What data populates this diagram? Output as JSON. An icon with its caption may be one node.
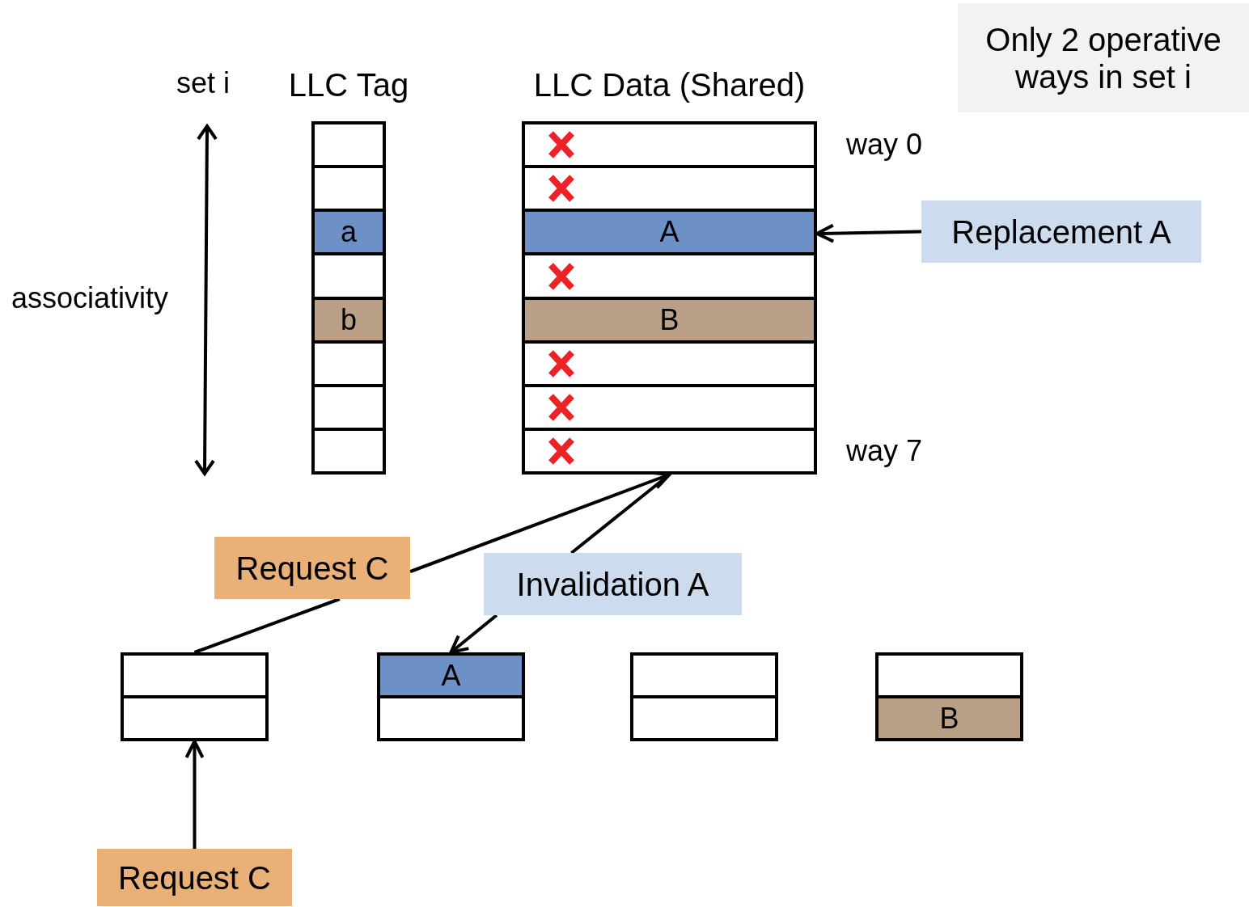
{
  "diagram": {
    "nodes": [
      {
        "text": [
          "Only 2 operative ways in set i"
        ]
      },
      {
        "text": [
          "LLC Tag"
        ]
      },
      {
        "text": [],
        "shape": "box",
        "in": 1
      },
      {
        "text": [],
        "shape": "box",
        "in": 1
      },
      {
        "text": [
          "a"
        ],
        "in": 1
      },
      {
        "text": [],
        "shape": "box",
        "in": 1
      },
      {
        "text": [
          "b"
        ],
        "in": 1
      },
      {
        "text": [],
        "shape": "box",
        "in": 1
      },
      {
        "text": [],
        "shape": "box",
        "in": 1
      },
      {
        "text": [],
        "shape": "box",
        "in": 1
      },
      {
        "text": [
          "LLC Data (Shared)"
        ]
      },
      {
        "text": [],
        "shape": "box",
        "in": 10,
        "beside": [
          "way 0"
        ]
      },
      {
        "text": [],
        "shape": "box",
        "in": 10
      },
      {
        "text": [
          "A"
        ],
        "in": 10
      },
      {
        "text": [],
        "shape": "box",
        "in": 10
      },
      {
        "text": [
          "B"
        ],
        "in": 10
      },
      {
        "text": [],
        "shape": "box",
        "in": 10
      },
      {
        "text": [],
        "shape": "box",
        "in": 10
      },
      {
        "text": [],
        "shape": "box",
        "in": 10,
        "beside": [
          "way 7"
        ]
      },
      {
        "text": [
          "Replacement A"
        ]
      },
      {
        "text": [],
        "shape": "box"
      },
      {
        "text": [],
        "shape": "box",
        "in": 20
      },
      {
        "text": [],
        "shape": "box",
        "in": 20
      },
      {
        "text": [],
        "shape": "box"
      },
      {
        "text": [
          "A"
        ],
        "in": 23
      },
      {
        "text": [],
        "shape": "box",
        "in": 23
      },
      {
        "text": [],
        "shape": "box"
      },
      {
        "text": [],
        "shape": "box",
        "in": 26
      },
      {
        "text": [],
        "shape": "box",
        "in": 26
      },
      {
        "text": [],
        "shape": "box"
      },
      {
        "text": [],
        "shape": "box",
        "in": 29
      },
      {
        "text": [
          "B"
        ],
        "in": 29
      },
      {
        "text": [
          "Request C"
        ]
      },
      {
        "text": [
          "Request C"
        ]
      },
      {
        "text": [
          "Invalidation A"
        ]
      }
    ],
    "edges": [
      {
        "from": 19,
        "to": 13,
        "arrow": "to"
      },
      {
        "from": 20,
        "to": 33,
        "arrow": "none"
      },
      {
        "from": 33,
        "to": 18,
        "arrow": "to"
      },
      {
        "from": 18,
        "to": 34,
        "arrow": "none"
      },
      {
        "from": 34,
        "to": 23,
        "arrow": "to"
      },
      {
        "from": 32,
        "to": 20,
        "arrow": "to"
      }
    ],
    "labels": [
      "set i",
      "associativity"
    ]
  }
}
